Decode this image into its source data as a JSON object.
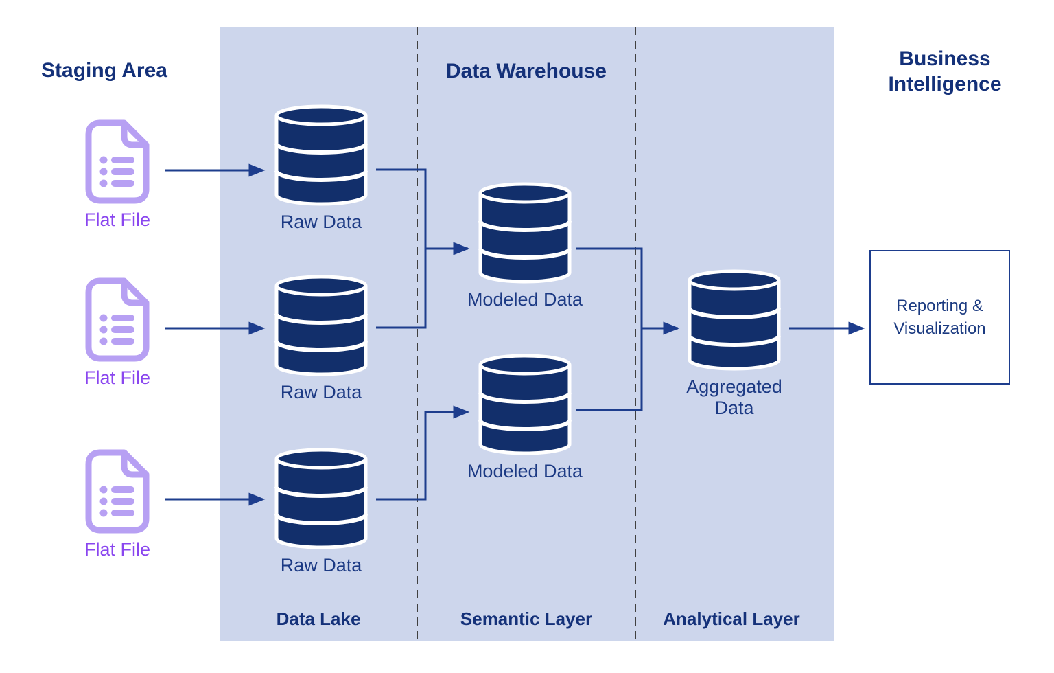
{
  "palette": {
    "panel_background": "#cdd6ec",
    "cylinder_fill": "#122f6b",
    "line_navy": "#1d3d8d",
    "heading_navy": "#143179",
    "label_navy": "#1c3a84",
    "flat_file_icon_purple": "#b7a0f3",
    "flat_file_text_purple": "#8a46ef",
    "dashed_divider_gray": "#404040",
    "background": "#ffffff"
  },
  "staging": {
    "title": "Staging Area",
    "flat_files": [
      {
        "label": "Flat File"
      },
      {
        "label": "Flat File"
      },
      {
        "label": "Flat File"
      }
    ]
  },
  "warehouse": {
    "title": "Data Warehouse",
    "layers": [
      {
        "name": "Data Lake",
        "nodes": [
          "Raw Data",
          "Raw Data",
          "Raw Data"
        ]
      },
      {
        "name": "Semantic Layer",
        "nodes": [
          "Modeled Data",
          "Modeled Data"
        ]
      },
      {
        "name": "Analytical Layer",
        "nodes": [
          "Aggregated Data"
        ]
      }
    ]
  },
  "bi": {
    "title": "Business Intelligence",
    "box_label": "Reporting & Visualization"
  },
  "edges": [
    {
      "from": "flat-file-1",
      "to": "raw-data-1"
    },
    {
      "from": "flat-file-2",
      "to": "raw-data-2"
    },
    {
      "from": "flat-file-3",
      "to": "raw-data-3"
    },
    {
      "from": "raw-data-1",
      "to": "modeled-data-1"
    },
    {
      "from": "raw-data-2",
      "to": "modeled-data-1"
    },
    {
      "from": "raw-data-3",
      "to": "modeled-data-2"
    },
    {
      "from": "modeled-data-1",
      "to": "aggregated-data"
    },
    {
      "from": "modeled-data-2",
      "to": "aggregated-data"
    },
    {
      "from": "aggregated-data",
      "to": "reporting-visualization"
    }
  ]
}
